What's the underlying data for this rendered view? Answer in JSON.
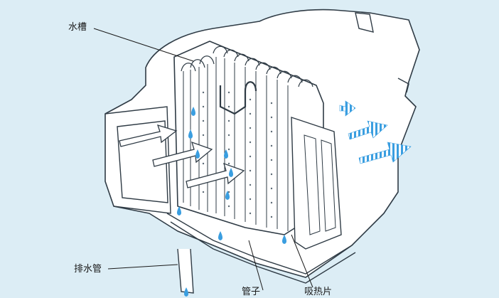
{
  "labels": {
    "water_tank": "水槽",
    "drain_pipe": "排水管",
    "tube": "管子",
    "fins": "吸热片"
  },
  "colors": {
    "background": "#dcedf5",
    "housing_fill": "#ffffff",
    "line": "#2f3b45",
    "cool_air_arrow": "#3a9ee0",
    "water_drop": "#3a9ee0"
  },
  "icons": {
    "intake_arrow": "hollow-arrow-icon",
    "outlet_arrow": "blue-striped-arrow-icon",
    "condensate": "water-drop-icon"
  }
}
